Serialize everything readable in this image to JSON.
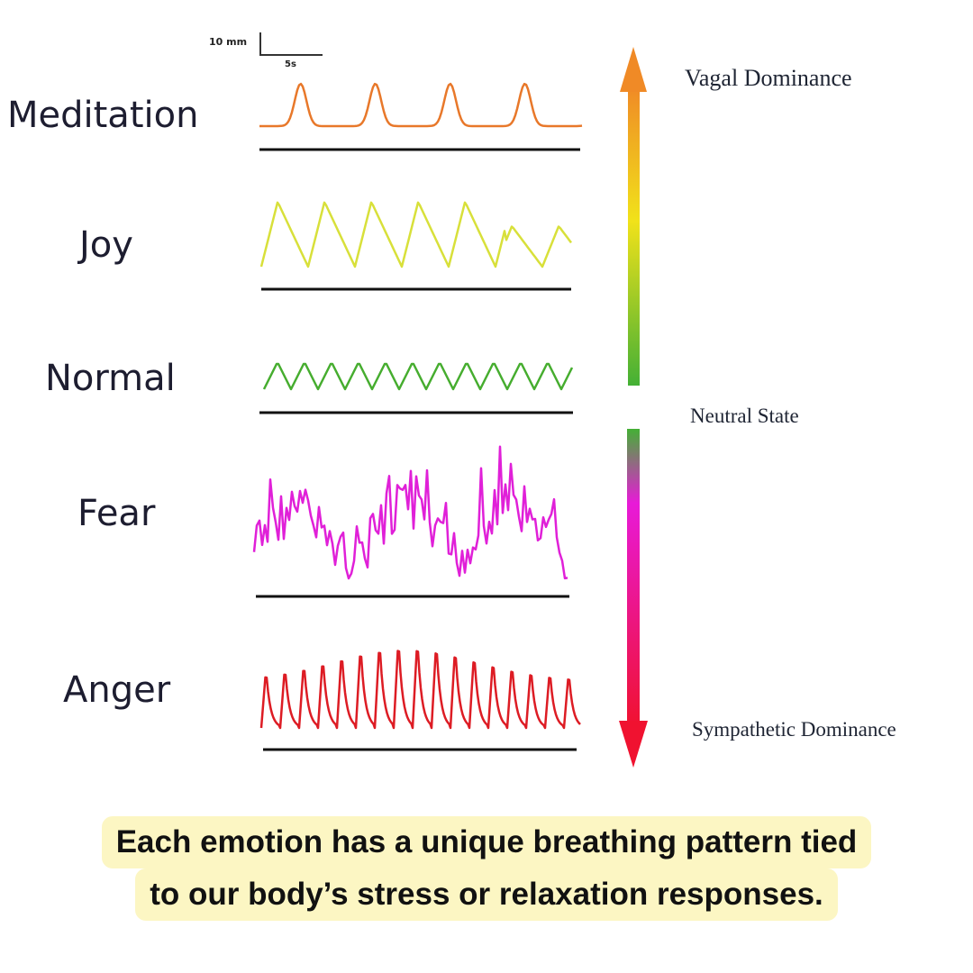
{
  "scale_bar": {
    "amplitude": "10 mm",
    "time": "5s"
  },
  "rows": [
    {
      "name": "Meditation",
      "color": "#e8782a"
    },
    {
      "name": "Joy",
      "color": "#d8e03a"
    },
    {
      "name": "Normal",
      "color": "#46ad2f"
    },
    {
      "name": "Fear",
      "color": "#e020d8"
    },
    {
      "name": "Anger",
      "color": "#dd1c24"
    }
  ],
  "axis": {
    "top_label": "Vagal Dominance",
    "middle_label": "Neutral State",
    "bottom_label": "Sympathetic Dominance",
    "colors": {
      "top": "#f08a26",
      "upper_mid": "#f1e21a",
      "neutral": "#44b035",
      "lower_mid": "#e81ad8",
      "bottom": "#f01230"
    }
  },
  "caption": {
    "line1": "Each emotion has a unique breathing pattern tied",
    "line2": "to our body’s stress or relaxation responses."
  }
}
